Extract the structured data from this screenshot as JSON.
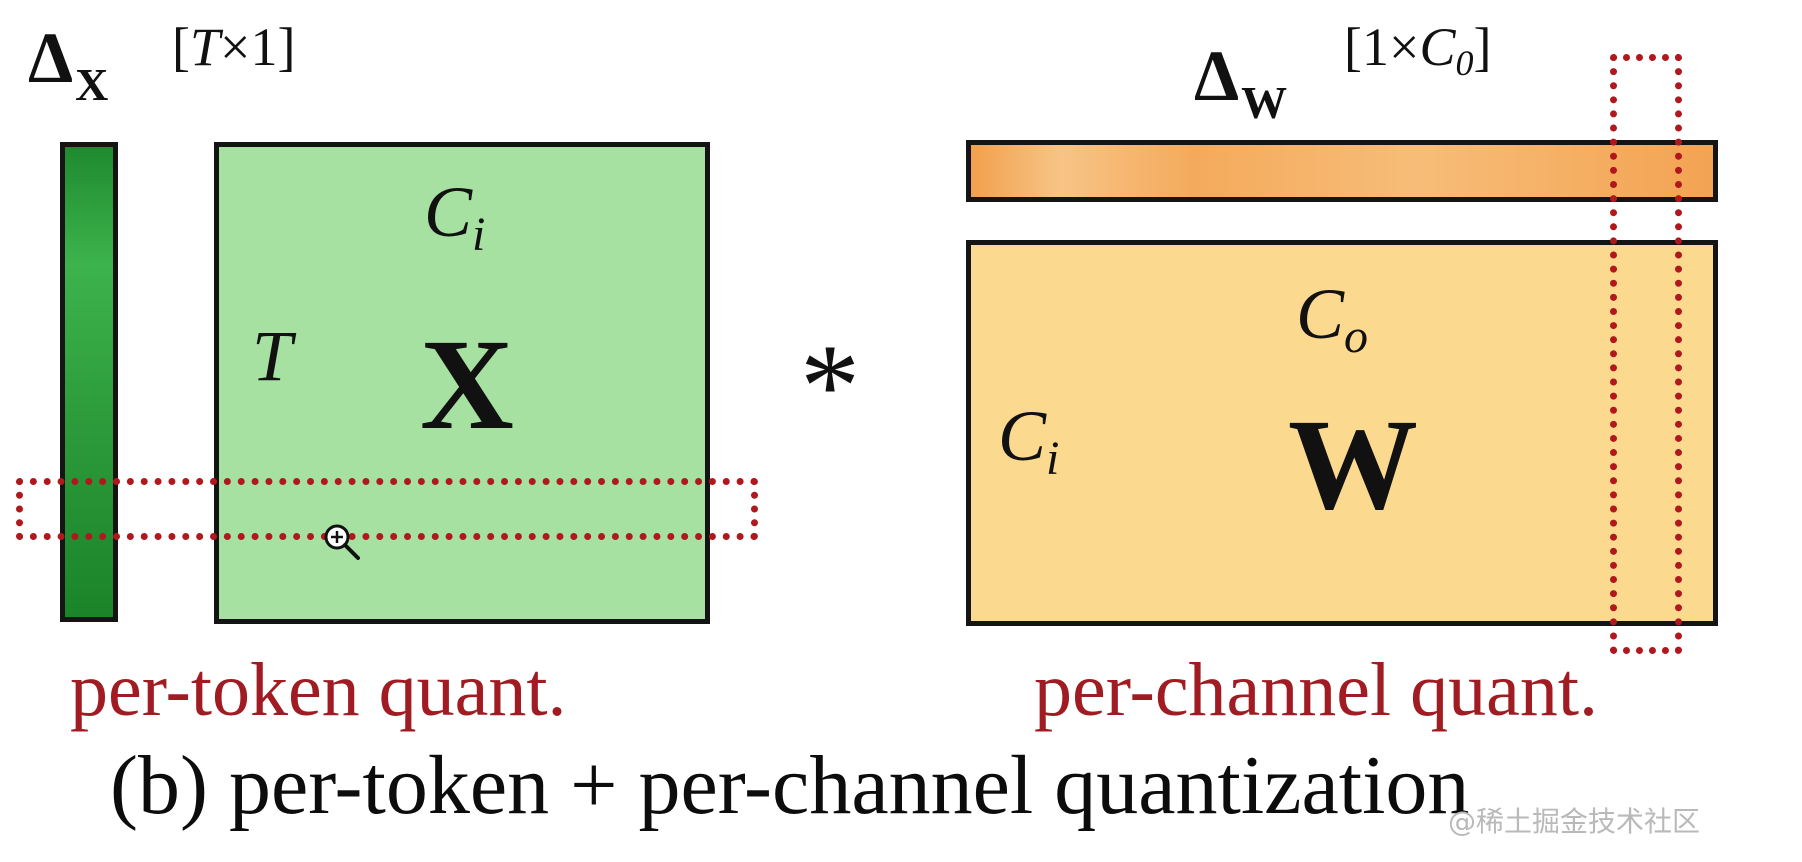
{
  "delta_x": {
    "symbol": "Δ",
    "subscript": "X",
    "superscript_open": "[",
    "superscript_var": "T",
    "superscript_rest": "×1]"
  },
  "x_matrix": {
    "name": "X",
    "cols_symbol": "C",
    "cols_sub": "i",
    "rows_symbol": "T"
  },
  "operator": "*",
  "delta_w": {
    "symbol": "Δ",
    "subscript": "W",
    "superscript_open": "[1×",
    "superscript_var": "C",
    "superscript_sub": "0",
    "superscript_close": "]"
  },
  "w_matrix": {
    "name": "W",
    "cols_symbol": "C",
    "cols_sub": "o",
    "rows_symbol": "C",
    "rows_sub": "i"
  },
  "labels": {
    "per_token": "per-token quant.",
    "per_channel": "per-channel quant.",
    "caption": "(b) per-token + per-channel quantization"
  },
  "watermark": "@稀土掘金技术社区",
  "colors": {
    "x_matrix": "#a6e1a2",
    "x_scale": "#2c9a3a",
    "w_matrix": "#fbd98f",
    "w_scale": "#f4aa5c",
    "highlight": "#b0181e",
    "quant_label": "#a01c22"
  }
}
